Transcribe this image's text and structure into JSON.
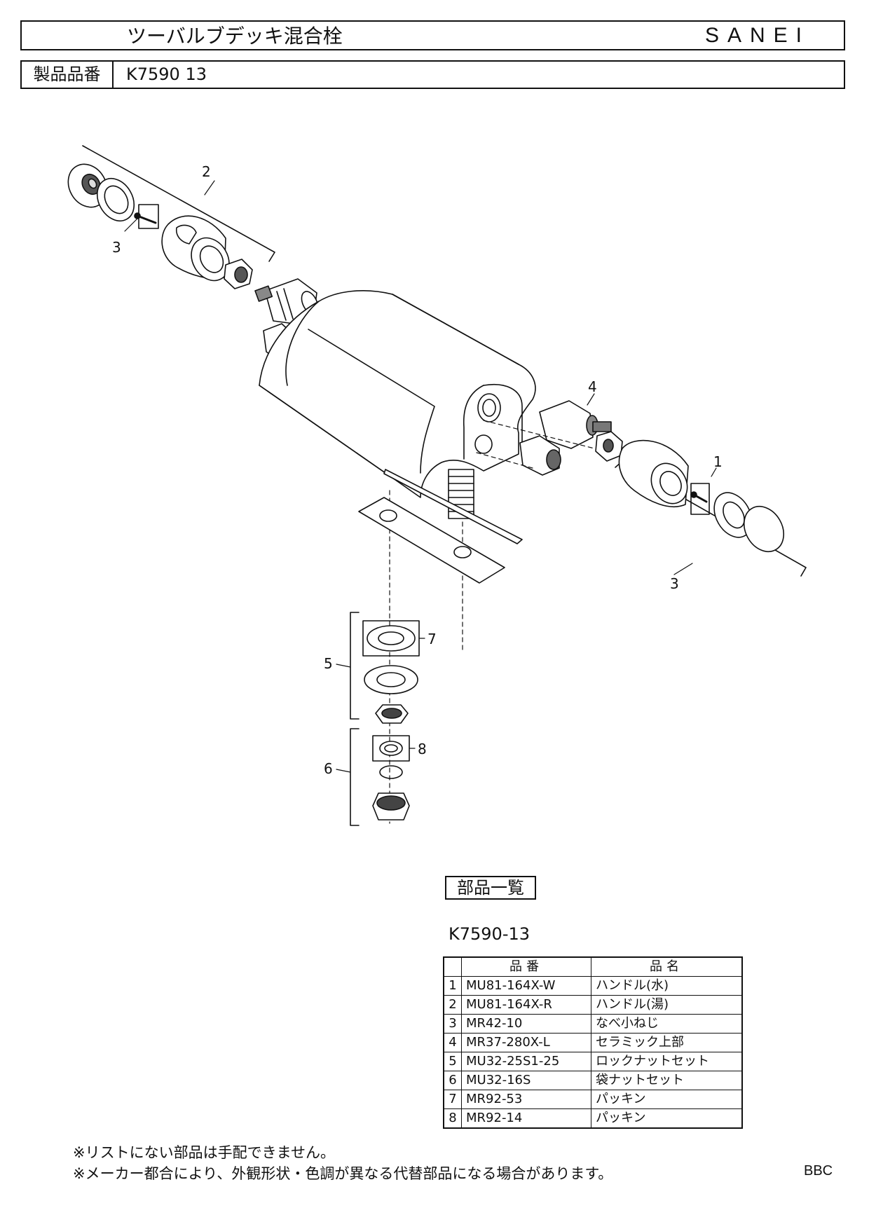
{
  "header": {
    "title": "ツーバルブデッキ混合栓",
    "brand": "SANEI"
  },
  "product": {
    "label": "製品品番",
    "number": "K7590 13"
  },
  "callouts": {
    "c1": "1",
    "c2": "2",
    "c3a": "3",
    "c3b": "3",
    "c4": "4",
    "c5": "5",
    "c6": "6",
    "c7": "7",
    "c8": "8"
  },
  "parts_list": {
    "heading": "部品一覧",
    "model": "K7590-13",
    "columns": [
      "品番",
      "品名"
    ],
    "rows": [
      {
        "no": "1",
        "code": "MU81-164X-W",
        "name": "ハンドル(水)"
      },
      {
        "no": "2",
        "code": "MU81-164X-R",
        "name": "ハンドル(湯)"
      },
      {
        "no": "3",
        "code": "MR42-10",
        "name": "なべ小ねじ"
      },
      {
        "no": "4",
        "code": "MR37-280X-L",
        "name": "セラミック上部"
      },
      {
        "no": "5",
        "code": "MU32-25S1-25",
        "name": "ロックナットセット"
      },
      {
        "no": "6",
        "code": "MU32-16S",
        "name": "袋ナットセット"
      },
      {
        "no": "7",
        "code": "MR92-53",
        "name": "パッキン"
      },
      {
        "no": "8",
        "code": "MR92-14",
        "name": "パッキン"
      }
    ]
  },
  "notes": {
    "line1": "※リストにない部品は手配できません。",
    "line2": "※メーカー都合により、外観形状・色調が異なる代替部品になる場合があります。"
  },
  "footer_code": "BBC"
}
